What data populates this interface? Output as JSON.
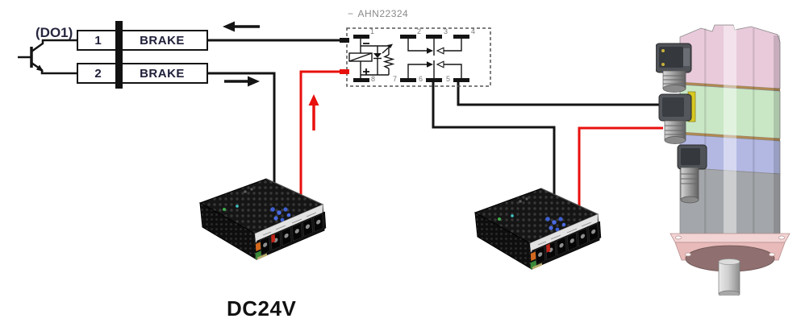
{
  "labels": {
    "do1": "(DO1)",
    "power": "DC24V"
  },
  "brake_connector": {
    "rows": [
      {
        "terminal": "1",
        "label": "BRAKE"
      },
      {
        "terminal": "2",
        "label": "BRAKE"
      }
    ]
  },
  "relay": {
    "name_prefix": "−",
    "name": "AHN22324",
    "pins_top": [
      "1",
      "2",
      "3",
      "4"
    ],
    "pins_bottom": [
      "8",
      "7",
      "6",
      "5"
    ]
  },
  "colors": {
    "wire_black": "#141414",
    "wire_red": "#e8100d",
    "relay_text_gray": "#8a8a8a",
    "motor_pink": "#e9cadb",
    "motor_green": "#c9e7c5",
    "motor_lavender": "#b3b8e3",
    "motor_gray": "#a3a6aa",
    "flange_pink": "#eec6c6"
  },
  "icons": {
    "transistor": "npn-transistor-icon",
    "arrow_left": "arrow-left-icon",
    "arrow_right": "arrow-right-icon",
    "arrow_up": "arrow-up-icon",
    "relay": "relay-schematic-icon",
    "power_supply": "power-supply-image",
    "motor": "servo-motor-image"
  }
}
